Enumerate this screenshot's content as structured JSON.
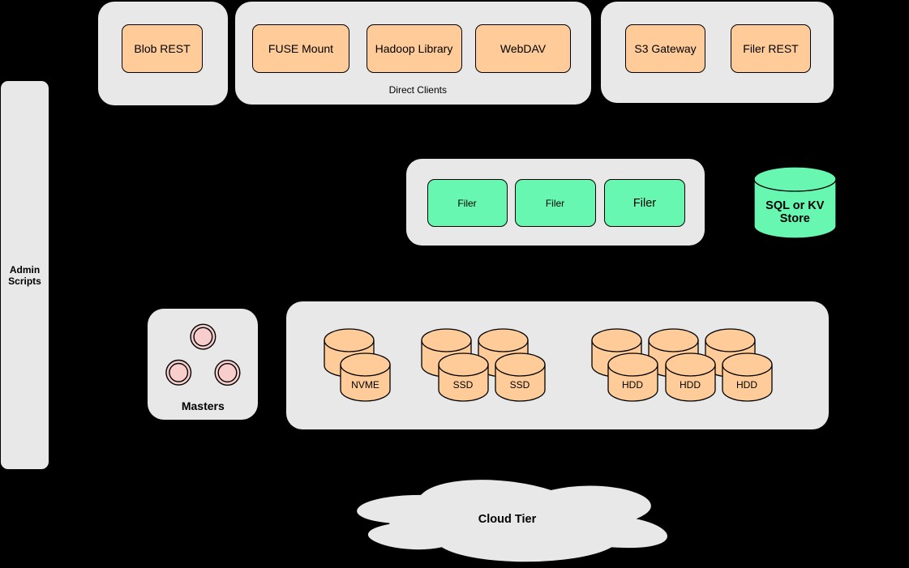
{
  "colors": {
    "background": "#000000",
    "group_fill": "#e8e8e8",
    "orange_fill": "#ffcc99",
    "green_fill": "#67f7b0",
    "pink_fill": "#f8cecc",
    "stroke": "#000000"
  },
  "admin_scripts": {
    "lines": [
      "Admin",
      "Scripts"
    ]
  },
  "blob_group": {
    "buttons": [
      "Blob REST"
    ]
  },
  "direct_clients_group": {
    "label": "Direct Clients",
    "buttons": [
      "FUSE Mount",
      "Hadoop Library",
      "WebDAV"
    ]
  },
  "gateway_group": {
    "buttons": [
      "S3 Gateway",
      "Filer REST"
    ]
  },
  "filer_group": {
    "buttons": [
      "Filer",
      "Filer",
      "Filer"
    ]
  },
  "kv_store": {
    "lines": [
      "SQL or KV",
      "Store"
    ]
  },
  "masters": {
    "label": "Masters"
  },
  "volume_servers": {
    "disks": [
      "NVME",
      "SSD",
      "SSD",
      "HDD",
      "HDD",
      "HDD"
    ]
  },
  "cloud": {
    "label": "Cloud Tier"
  }
}
